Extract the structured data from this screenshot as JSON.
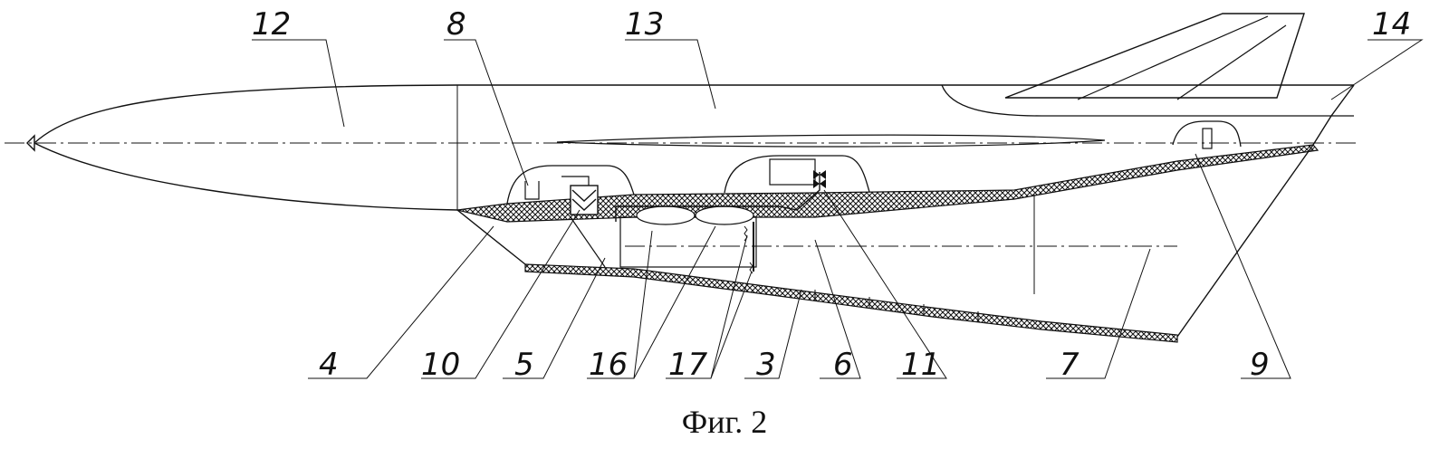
{
  "figure": {
    "caption": "Фиг. 2",
    "labels": {
      "l12": "12",
      "l8": "8",
      "l13": "13",
      "l14": "14",
      "l4": "4",
      "l10": "10",
      "l5": "5",
      "l16": "16",
      "l17": "17",
      "l3": "3",
      "l6": "6",
      "l11": "11",
      "l7": "7",
      "l9": "9"
    },
    "colors": {
      "ink": "#111111",
      "paper": "#ffffff"
    }
  }
}
